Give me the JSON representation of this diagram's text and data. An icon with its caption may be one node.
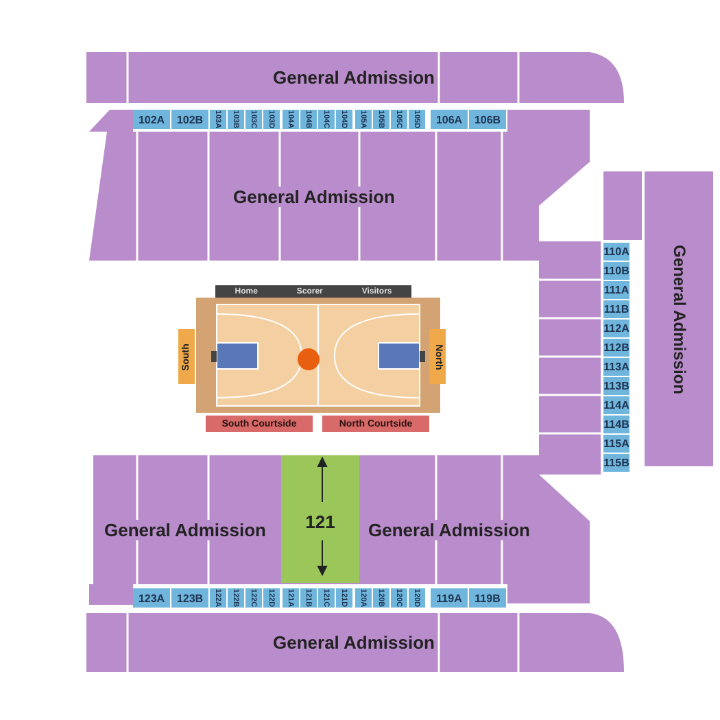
{
  "diagram": {
    "nodes": [
      {
        "text": [
          "General Admission"
        ]
      },
      {
        "text": [
          "102A"
        ]
      },
      {
        "text": [
          "102B"
        ]
      },
      {
        "text": [
          "103A"
        ]
      },
      {
        "text": [
          "103B"
        ]
      },
      {
        "text": [
          "103C"
        ]
      },
      {
        "text": [
          "103D"
        ]
      },
      {
        "text": [
          "104A"
        ]
      },
      {
        "text": [
          "104B"
        ]
      },
      {
        "text": [
          "104C"
        ]
      },
      {
        "text": [
          "104D"
        ]
      },
      {
        "text": [
          "105A"
        ]
      },
      {
        "text": [
          "105B"
        ]
      },
      {
        "text": [
          "105C"
        ]
      },
      {
        "text": [
          "105D"
        ]
      },
      {
        "text": [
          "106A"
        ]
      },
      {
        "text": [
          "106B"
        ]
      },
      {
        "text": [
          "General Admission"
        ]
      },
      {
        "text": [
          "Home",
          "Scorer",
          "Visitors"
        ]
      },
      {
        "text": [
          "South"
        ]
      },
      {
        "text": [
          "North"
        ]
      },
      {
        "text": [
          "South Courtside"
        ]
      },
      {
        "text": [
          "North Courtside"
        ]
      },
      {
        "text": [
          "110A"
        ]
      },
      {
        "text": [
          "110B"
        ]
      },
      {
        "text": [
          "111A"
        ]
      },
      {
        "text": [
          "111B"
        ]
      },
      {
        "text": [
          "112A"
        ]
      },
      {
        "text": [
          "112B"
        ]
      },
      {
        "text": [
          "113A"
        ]
      },
      {
        "text": [
          "113B"
        ]
      },
      {
        "text": [
          "114A"
        ]
      },
      {
        "text": [
          "114B"
        ]
      },
      {
        "text": [
          "115A"
        ]
      },
      {
        "text": [
          "115B"
        ]
      },
      {
        "text": [
          "General Admission"
        ]
      },
      {
        "text": [
          "General Admission"
        ]
      },
      {
        "text": [
          "121"
        ]
      },
      {
        "text": [
          "General Admission"
        ]
      },
      {
        "text": [
          "123A"
        ]
      },
      {
        "text": [
          "123B"
        ]
      },
      {
        "text": [
          "122A"
        ]
      },
      {
        "text": [
          "122B"
        ]
      },
      {
        "text": [
          "122C"
        ]
      },
      {
        "text": [
          "122D"
        ]
      },
      {
        "text": [
          "121A"
        ]
      },
      {
        "text": [
          "121B"
        ]
      },
      {
        "text": [
          "121C"
        ]
      },
      {
        "text": [
          "121D"
        ]
      },
      {
        "text": [
          "120A"
        ]
      },
      {
        "text": [
          "120B"
        ]
      },
      {
        "text": [
          "120C"
        ]
      },
      {
        "text": [
          "120D"
        ]
      },
      {
        "text": [
          "119A"
        ]
      },
      {
        "text": [
          "119B"
        ]
      },
      {
        "text": [
          "General Admission"
        ]
      }
    ]
  }
}
